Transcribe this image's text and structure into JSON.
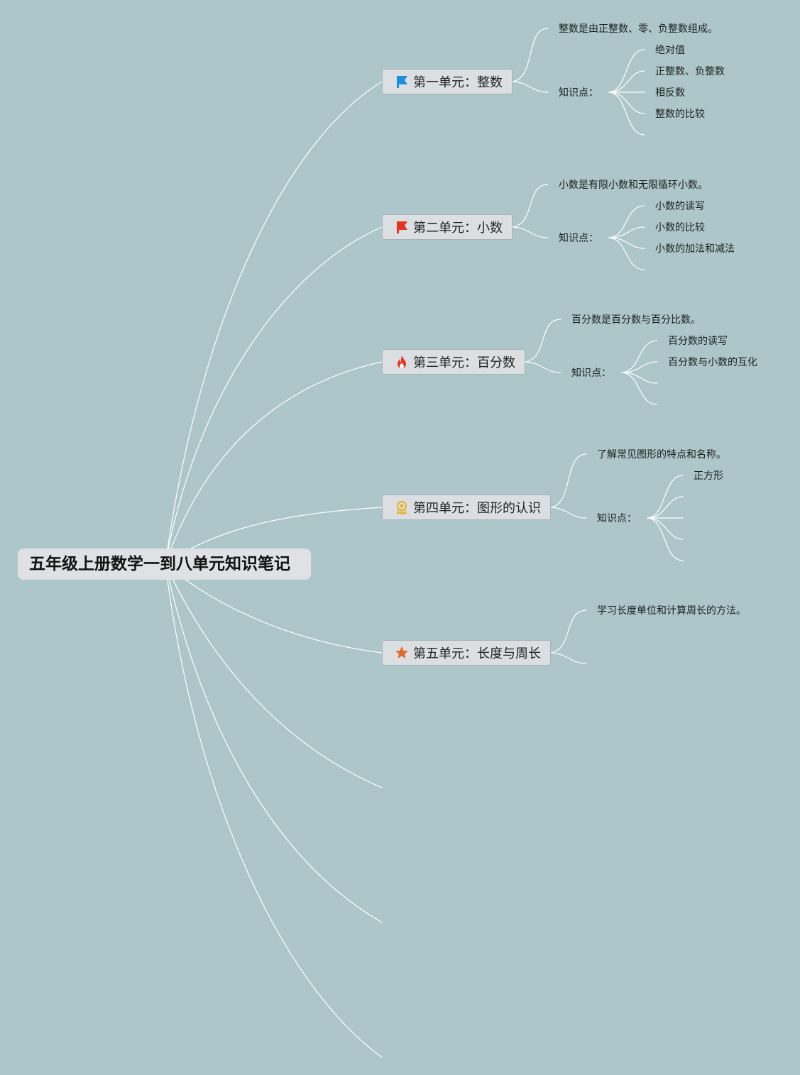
{
  "colors": {
    "background": "#acc6c9",
    "connector": "#ffffff",
    "root_fill": "#dfe1e4",
    "unit_fill": "#dcdfe1",
    "unit_border": "#a9b2b5"
  },
  "root": {
    "label": "五年级上册数学一到八单元知识笔记"
  },
  "units": [
    {
      "icon": "blue-flag-icon",
      "label": "第一单元：整数",
      "summary": "整数是由正整数、零、负整数组成。",
      "points_label": "知识点：",
      "points": [
        "绝对值",
        "正整数、负整数",
        "相反数",
        "整数的比较"
      ]
    },
    {
      "icon": "red-flag-icon",
      "label": "第二单元：小数",
      "summary": "小数是有限小数和无限循环小数。",
      "points_label": "知识点：",
      "points": [
        "小数的读写",
        "小数的比较",
        "小数的加法和减法"
      ]
    },
    {
      "icon": "fire-icon",
      "label": "第三单元：百分数",
      "summary": "百分数是百分数与百分比数。",
      "points_label": "知识点：",
      "points": [
        "百分数的读写",
        "百分数与小数的互化"
      ]
    },
    {
      "icon": "award-medal-icon",
      "label": "第四单元：图形的认识",
      "summary": "了解常见图形的特点和名称。",
      "points_label": "知识点：",
      "points": [
        "正方形"
      ]
    },
    {
      "icon": "star-icon",
      "label": "第五单元：长度与周长",
      "summary": "学习长度单位和计算周长的方法。"
    }
  ]
}
